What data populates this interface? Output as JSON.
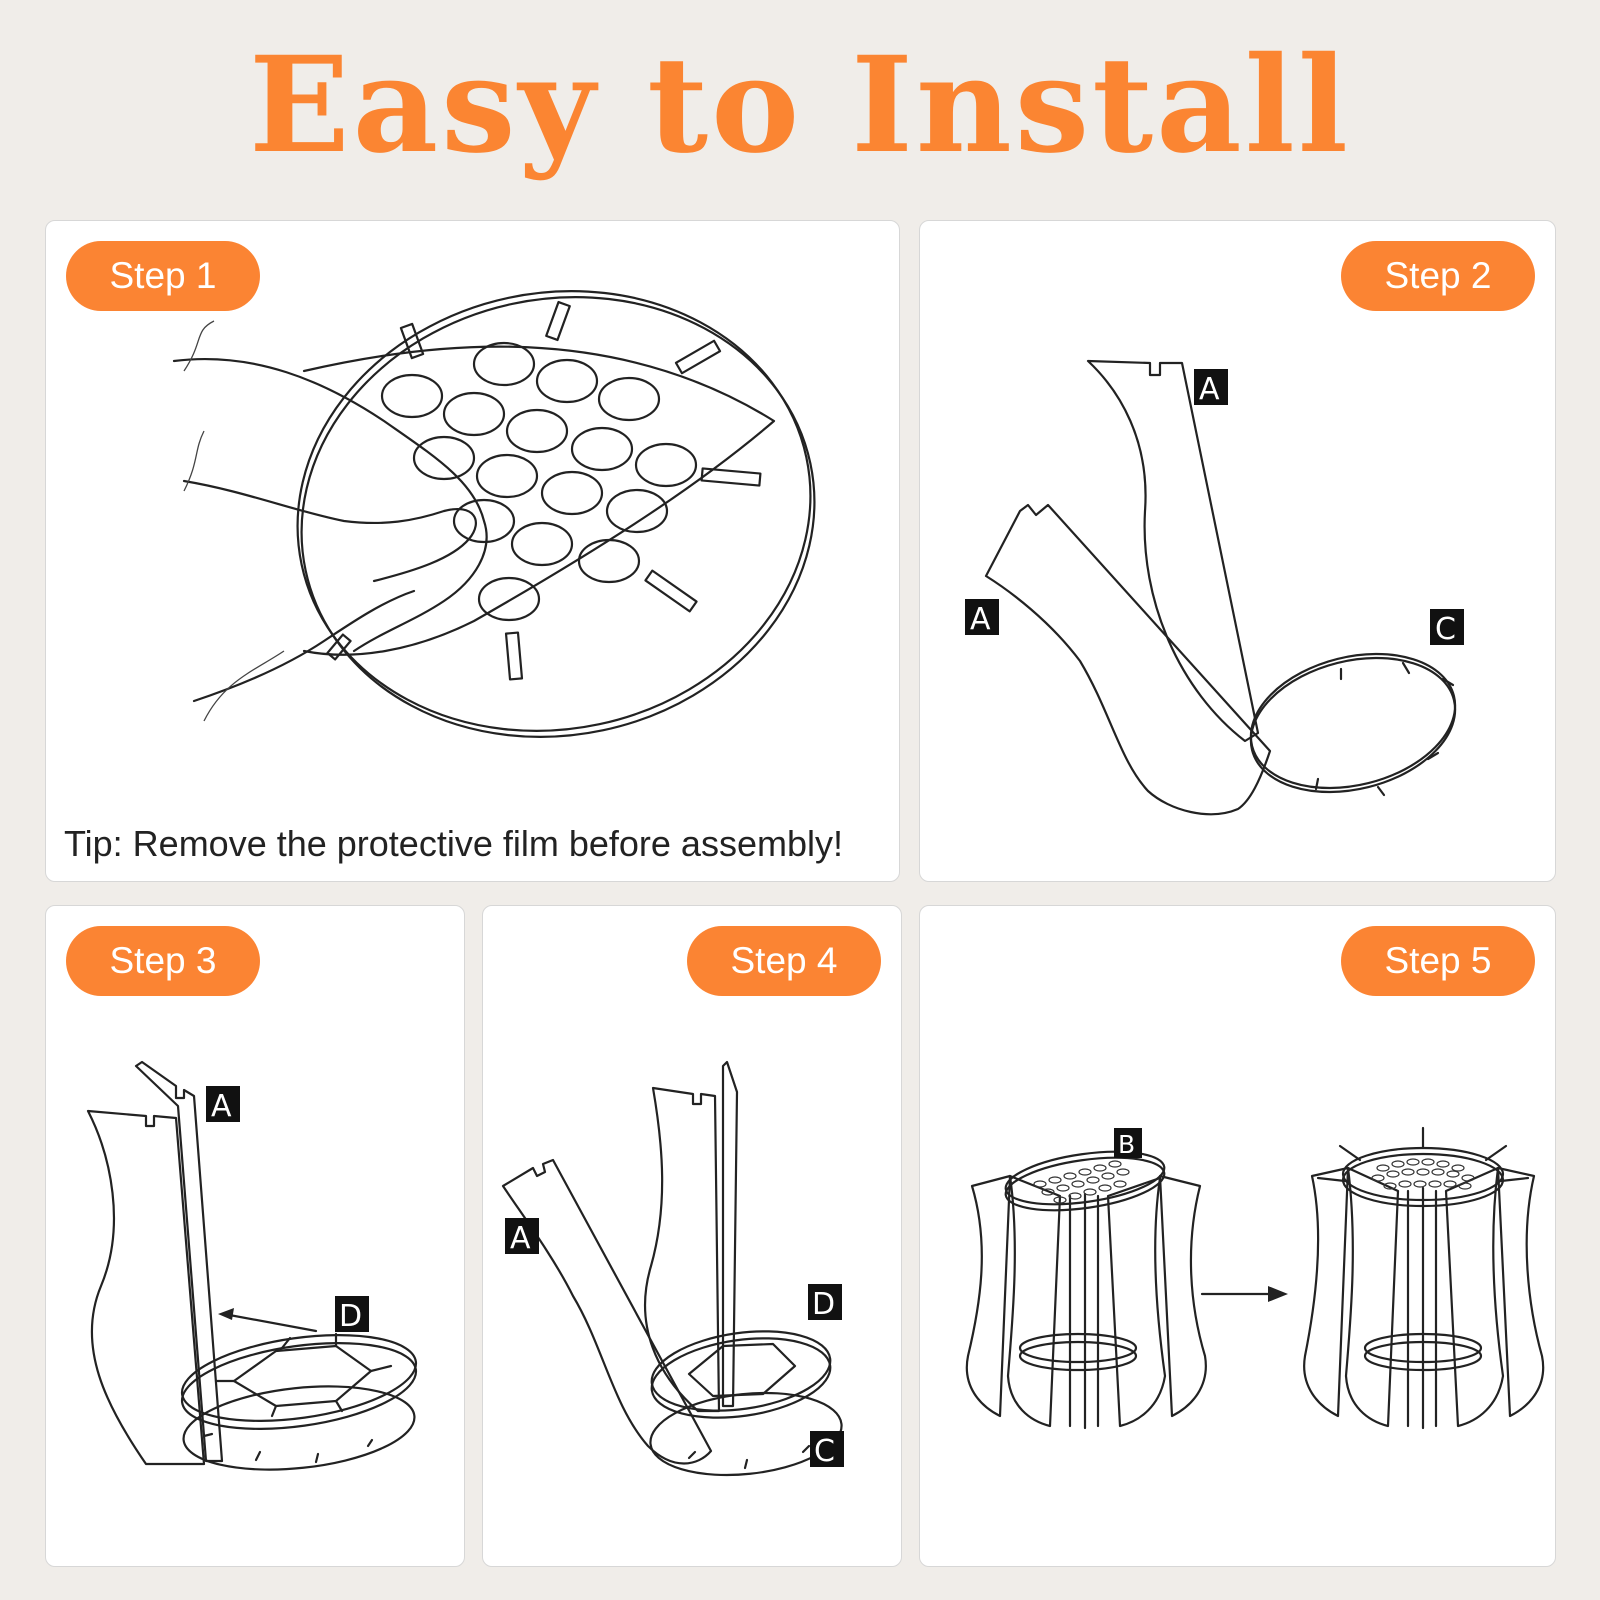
{
  "header": {
    "title": "Easy to Install"
  },
  "steps": [
    {
      "label": "Step 1",
      "tip": "Tip: Remove the protective film before assembly!"
    },
    {
      "label": "Step 2"
    },
    {
      "label": "Step 3"
    },
    {
      "label": "Step 4"
    },
    {
      "label": "Step 5"
    }
  ],
  "part_labels": {
    "a": "A",
    "b": "B",
    "c": "C",
    "d": "D"
  },
  "colors": {
    "accent": "#fb8532",
    "background": "#f0ede9",
    "panel": "#ffffff"
  }
}
